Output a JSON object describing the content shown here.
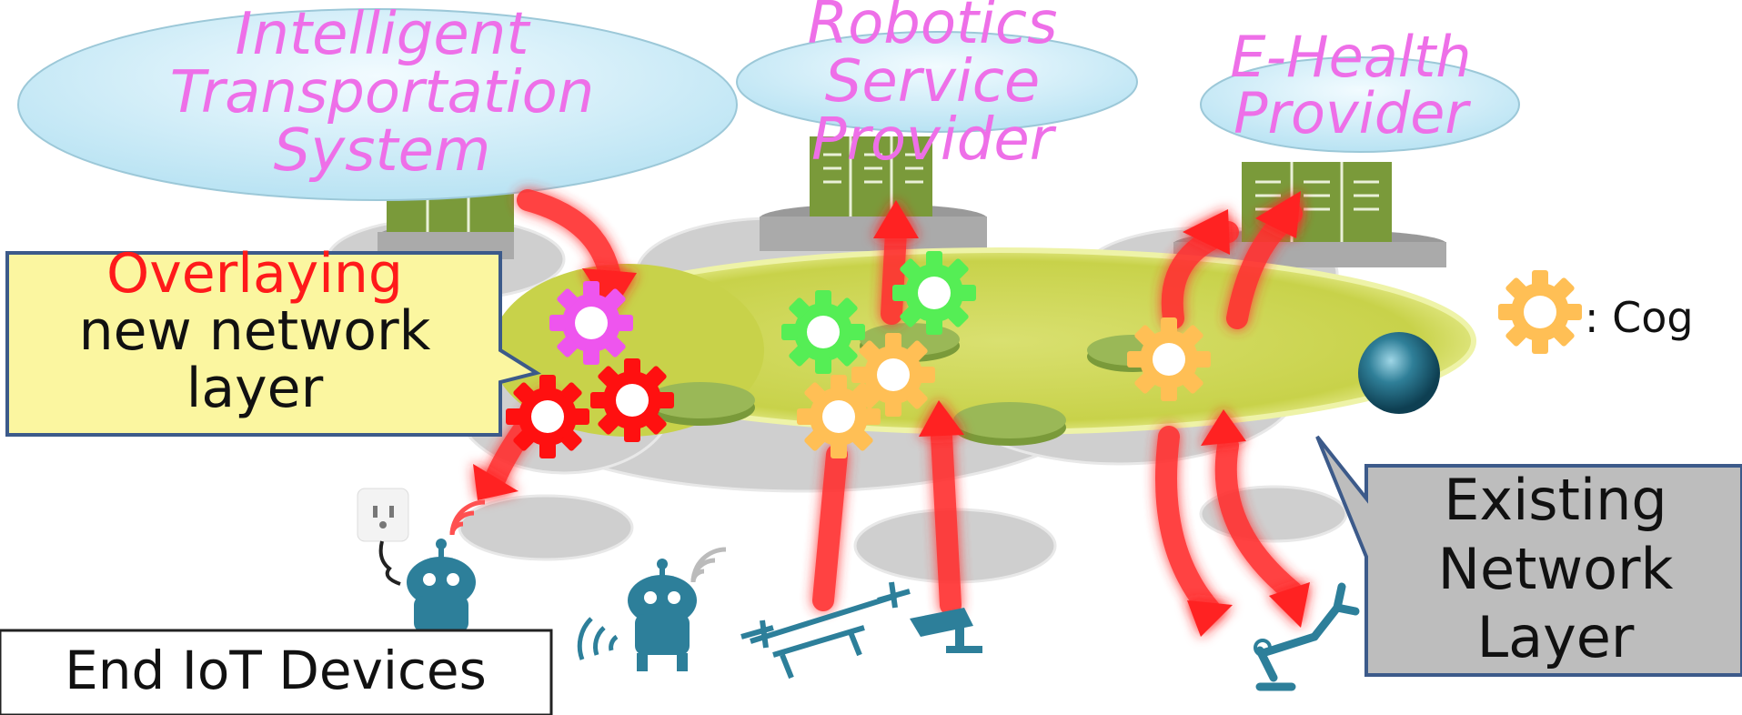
{
  "providers": {
    "transportation": {
      "line1": "Intelligent",
      "line2": "Transportation",
      "line3": "System"
    },
    "robotics": {
      "line1": "Robotics",
      "line2": "Service",
      "line3": "Provider"
    },
    "ehealth": {
      "line1": "E-Health",
      "line2": "Provider"
    }
  },
  "overlay_callout": {
    "line1": "Overlaying",
    "line2": "new network",
    "line3": "layer"
  },
  "existing_callout": {
    "line1": "Existing",
    "line2": "Network",
    "line3": "Layer"
  },
  "devices_label": "End IoT Devices",
  "legend": {
    "text": ": Cog"
  },
  "colors": {
    "provider_text": "#ee6fe8",
    "overlay_word": "#ff1a1a",
    "cloud_oval": "#cdeefa",
    "server": "#7a9a3a",
    "overlay_layer": "#d3dc5c",
    "arrow": "#ff3030",
    "gear_pink": "#ee55ee",
    "gear_red": "#ff1010",
    "gear_green": "#55ee55",
    "gear_orange": "#ffbf55",
    "device": "#2d7f9a"
  },
  "icons": [
    "server-icon",
    "router-icon",
    "gear-icon",
    "robot-icon",
    "drone-icon",
    "camera-icon",
    "robotic-arm-icon",
    "outlet-icon",
    "wifi-icon",
    "sphere-icon"
  ]
}
